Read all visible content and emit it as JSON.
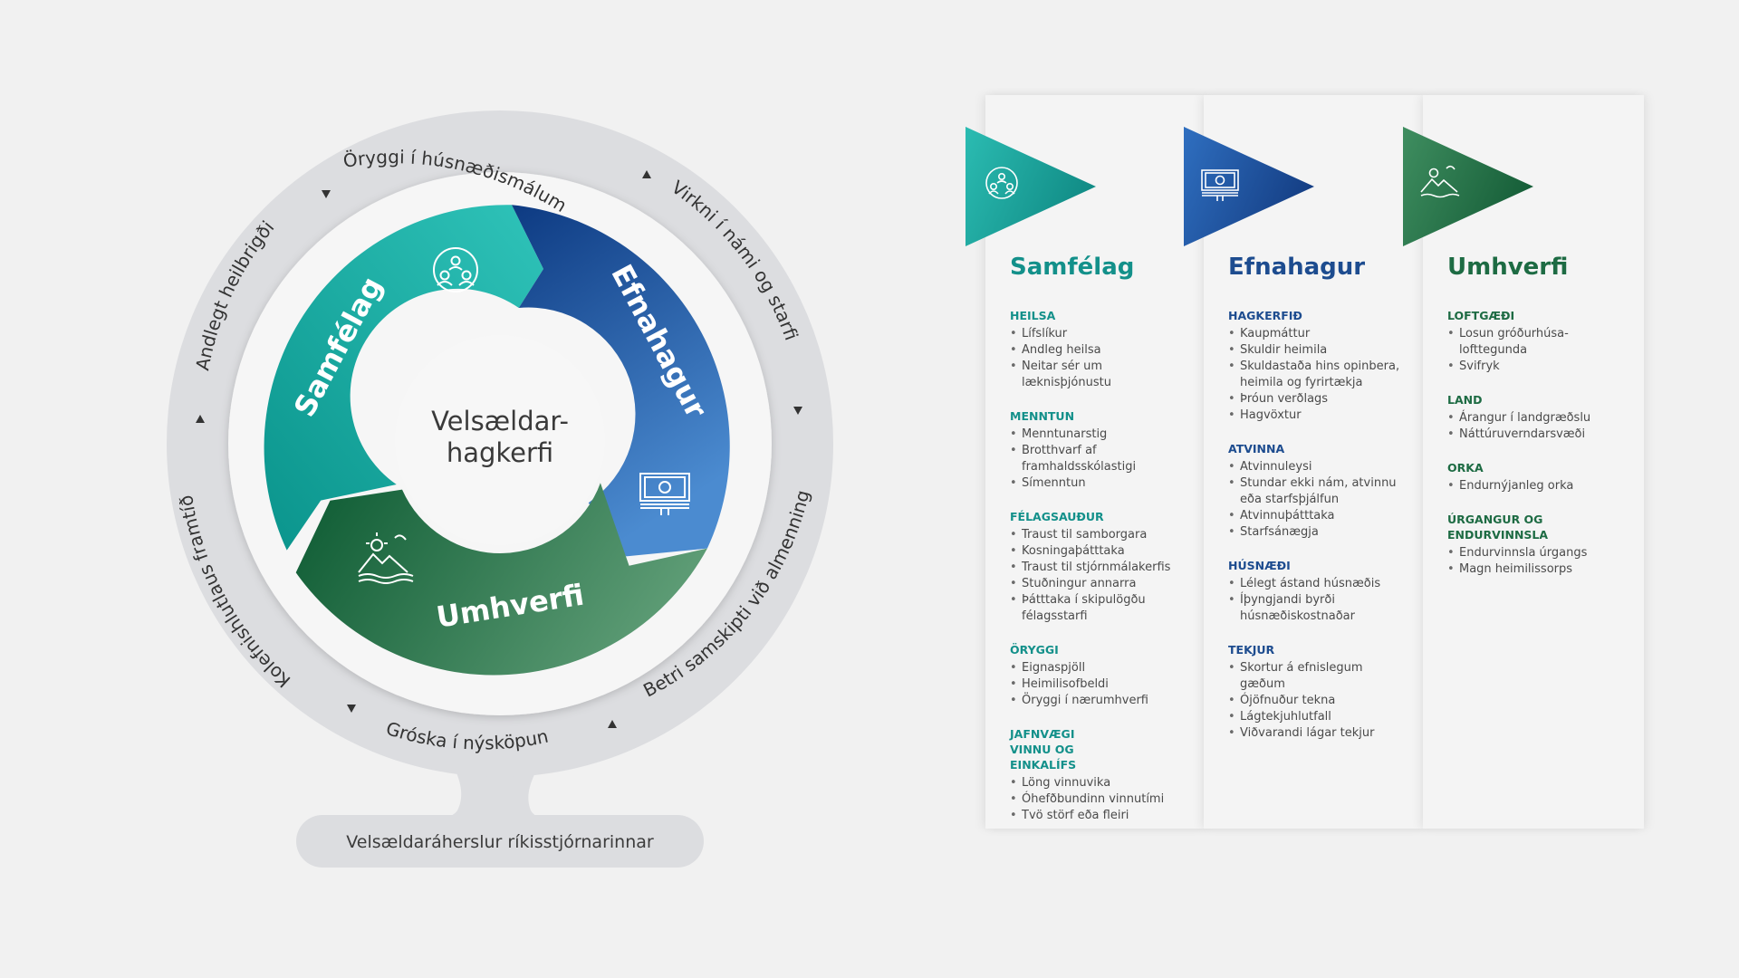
{
  "wheel": {
    "center": [
      "Velsældar-",
      "hagkerfi"
    ],
    "segments": [
      {
        "label": "Samfélag",
        "color": "#14a79e"
      },
      {
        "label": "Efnahagur",
        "color": "#1b4f9b"
      },
      {
        "label": "Umhverfi",
        "color": "#1a7347"
      }
    ],
    "ring_labels": [
      "Öryggi í húsnæðismálum",
      "Virkni í námi og starfi",
      "Betri samskipti við almenning",
      "Gróska í nýsköpun",
      "Kolefnishlutlaus framtíð",
      "Andlegt heilbrigði"
    ],
    "base_label": "Velsældaráherslur ríkisstjórnarinnar"
  },
  "columns": [
    {
      "title": "Samfélag",
      "color": "#13908a",
      "flag_from": "#2bbcb2",
      "flag_to": "#118c86",
      "icon": "people-icon",
      "sections": [
        {
          "heading": "HEILSA",
          "items": [
            "Lífslíkur",
            "Andleg heilsa",
            "Neitar sér um læknisþjónustu"
          ]
        },
        {
          "heading": "MENNTUN",
          "items": [
            "Menntunarstig",
            "Brotthvarf af framhaldsskólastigi",
            "Símenntun"
          ]
        },
        {
          "heading": "FÉLAGSAUÐUR",
          "items": [
            "Traust til samborgara",
            "Kosningaþátttaka",
            "Traust til stjórnmálakerfis",
            "Stuðningur annarra",
            "Þátttaka í skipulögðu félagsstarfi"
          ]
        },
        {
          "heading": "ÖRYGGI",
          "items": [
            "Eignaspjöll",
            "Heimilisofbeldi",
            "Öryggi í nærumhverfi"
          ]
        },
        {
          "heading": "JAFNVÆGI VINNU OG EINKALÍFS",
          "items": [
            "Löng vinnuvika",
            "Óhefðbundinn vinnutími",
            "Tvö störf eða fleiri"
          ]
        }
      ]
    },
    {
      "title": "Efnahagur",
      "color": "#1d4c8f",
      "flag_from": "#2f6fc0",
      "flag_to": "#153f85",
      "icon": "money-icon",
      "sections": [
        {
          "heading": "HAGKERFIÐ",
          "items": [
            "Kaupmáttur",
            "Skuldir heimila",
            "Skuldastaða hins opinbera, heimila og fyrirtækja",
            "Þróun verðlags",
            "Hagvöxtur"
          ]
        },
        {
          "heading": "ATVINNA",
          "items": [
            "Atvinnuleysi",
            "Stundar ekki nám, atvinnu eða starfsþjálfun",
            "Atvinnuþátttaka",
            "Starfsánægja"
          ]
        },
        {
          "heading": "HÚSNÆÐI",
          "items": [
            "Lélegt ástand húsnæðis",
            "Íþyngjandi byrði húsnæðiskostnaðar"
          ]
        },
        {
          "heading": "TEKJUR",
          "items": [
            "Skortur á efnislegum gæðum",
            "Ójöfnuður tekna",
            "Lágtekjuhlutfall",
            "Viðvarandi lágar tekjur"
          ]
        }
      ]
    },
    {
      "title": "Umhverfi",
      "color": "#1d6b43",
      "flag_from": "#3f8e60",
      "flag_to": "#175f39",
      "icon": "landscape-icon",
      "sections": [
        {
          "heading": "LOFTGÆÐI",
          "items": [
            "Losun gróðurhúsa-lofttegunda",
            "Svifryk"
          ]
        },
        {
          "heading": "LAND",
          "items": [
            "Árangur í landgræðslu",
            "Náttúruverndarsvæði"
          ]
        },
        {
          "heading": "ORKA",
          "items": [
            "Endurnýjanleg orka"
          ]
        },
        {
          "heading": "ÚRGANGUR OG ENDURVINNSLA",
          "items": [
            "Endurvinnsla úrgangs",
            "Magn heimilissorps"
          ]
        }
      ]
    }
  ]
}
